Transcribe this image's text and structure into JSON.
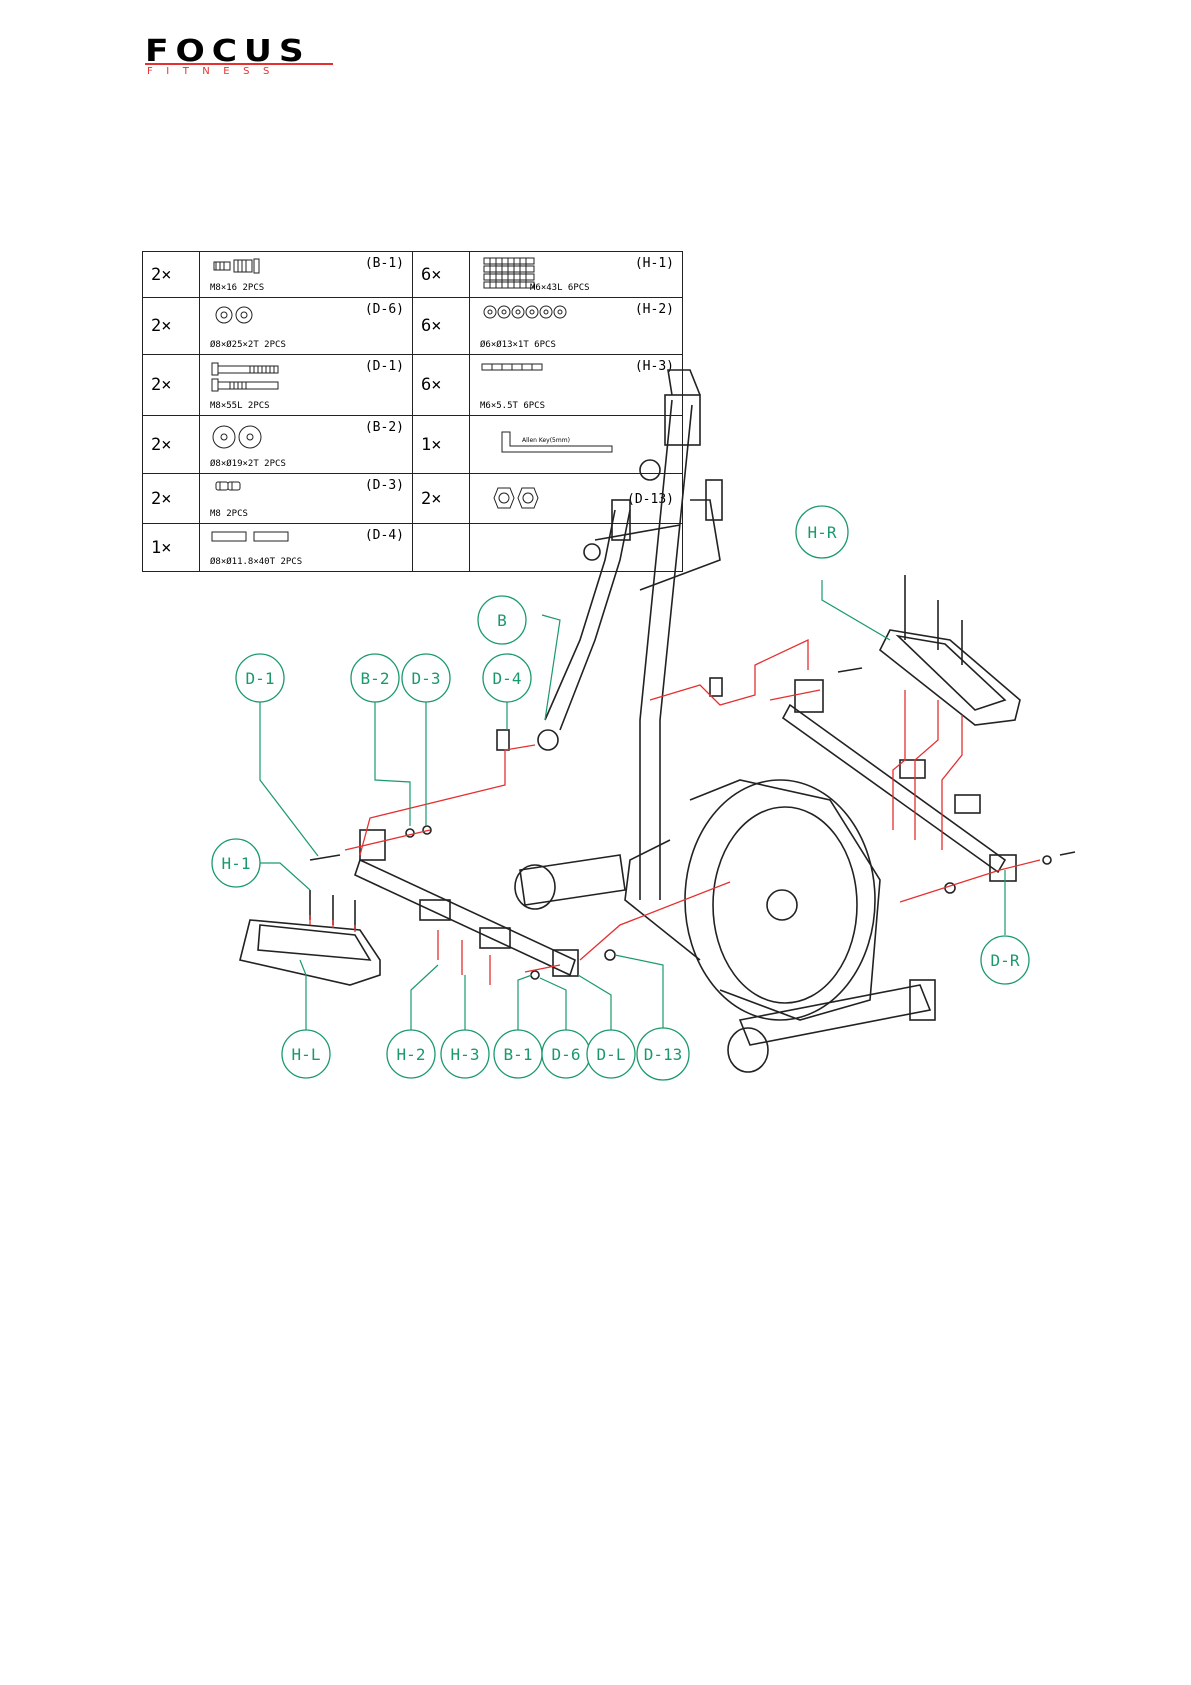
{
  "logo": {
    "word": "FOCUS",
    "sub": "FITNESS"
  },
  "colors": {
    "callout": "#1a9a6a",
    "guide": "#e53030",
    "ink": "#222222",
    "logo_red": "#e53030"
  },
  "parts": [
    [
      {
        "qty": "2×",
        "code": "(B-1)",
        "desc": "M8×16   2PCS",
        "pic": "bolt-short"
      },
      {
        "qty": "6×",
        "code": "(H-1)",
        "desc": "M6×43L    6PCS",
        "pic": "bolt-stack"
      }
    ],
    [
      {
        "qty": "2×",
        "code": "(D-6)",
        "desc": "Ø8×Ø25×2T   2PCS",
        "pic": "washer-2"
      },
      {
        "qty": "6×",
        "code": "(H-2)",
        "desc": "Ø6×Ø13×1T   6PCS",
        "pic": "washer-6"
      }
    ],
    [
      {
        "qty": "2×",
        "code": "(D-1)",
        "desc": "M8×55L  2PCS",
        "pic": "bolt-long"
      },
      {
        "qty": "6×",
        "code": "(H-3)",
        "desc": "M6×5.5T   6PCS",
        "pic": "nut-row"
      }
    ],
    [
      {
        "qty": "2×",
        "code": "(B-2)",
        "desc": "Ø8×Ø19×2T   2PCS",
        "pic": "washer-big-2"
      },
      {
        "qty": "1×",
        "code": "",
        "desc": "",
        "pic": "allen-key",
        "inset": "Allen Key(5mm)"
      }
    ],
    [
      {
        "qty": "2×",
        "code": "(D-3)",
        "desc": "M8    2PCS",
        "pic": "nut-2"
      },
      {
        "qty": "2×",
        "code": "(D-13)",
        "desc": "",
        "pic": "ring-2"
      }
    ],
    [
      {
        "qty": "1×",
        "code": "(D-4)",
        "desc": "Ø8×Ø11.8×40T   2PCS",
        "pic": "sleeve-2"
      },
      {
        "qty": "",
        "code": "",
        "desc": "",
        "pic": ""
      }
    ]
  ],
  "callouts": {
    "B": "B",
    "HR": "H-R",
    "D1": "D-1",
    "B2": "B-2",
    "D3": "D-3",
    "D4": "D-4",
    "H1": "H-1",
    "DR": "D-R",
    "HL": "H-L",
    "H2": "H-2",
    "H3": "H-3",
    "B1": "B-1",
    "D6": "D-6",
    "DL": "D-L",
    "D13": "D-13"
  }
}
